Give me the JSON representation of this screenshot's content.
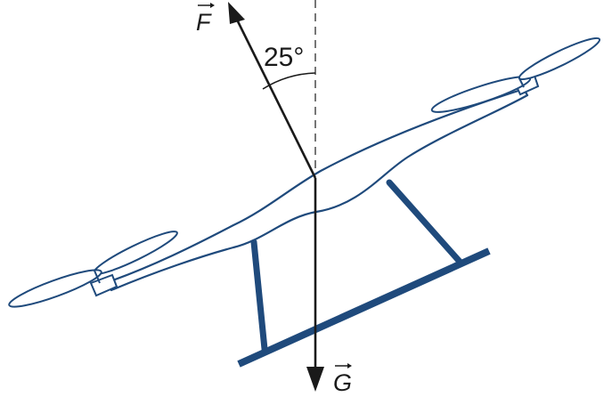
{
  "diagram": {
    "force_label": "F",
    "weight_label": "G",
    "angle_label": "25°",
    "colors": {
      "drone_outline": "#1f4a7c",
      "drone_legs": "#1f4a7c",
      "arrow": "#1a1a1a",
      "reference_line": "#555555",
      "background": "#ffffff"
    }
  }
}
